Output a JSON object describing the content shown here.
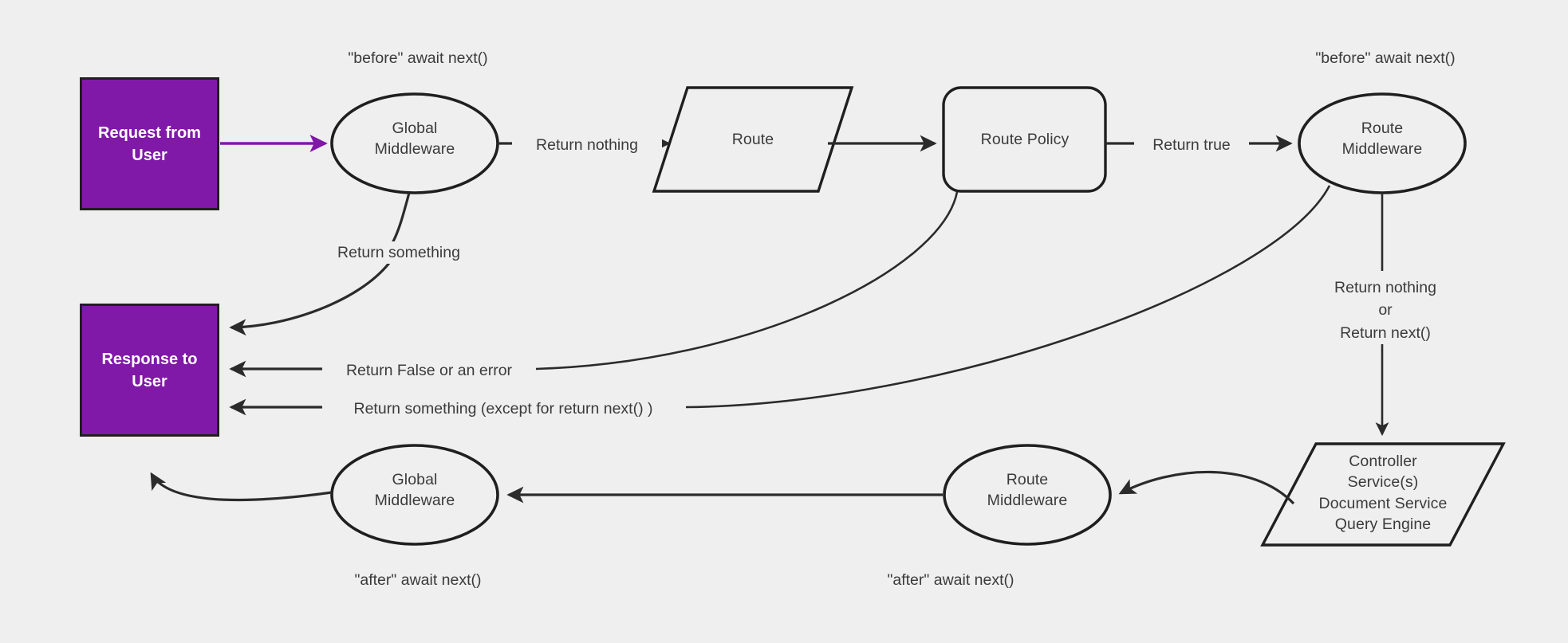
{
  "diagram": {
    "title": "Request lifecycle middleware flow",
    "background_color": "#efefef",
    "accent_color": "#8019a8",
    "stroke_color": "#1f1f1f"
  },
  "nodes": {
    "request_from_user": {
      "label": "Request from\nUser",
      "shape": "terminator-box",
      "fill": "#8019a8"
    },
    "response_to_user": {
      "label": "Response to\nUser",
      "shape": "terminator-box",
      "fill": "#8019a8"
    },
    "global_middleware_before": {
      "label": "Global\nMiddleware",
      "shape": "ellipse"
    },
    "route": {
      "label": "Route",
      "shape": "parallelogram"
    },
    "route_policy": {
      "label": "Route Policy",
      "shape": "rounded-rect"
    },
    "route_middleware_before": {
      "label": "Route\nMiddleware",
      "shape": "ellipse"
    },
    "controller_services": {
      "label": "Controller\nService(s)\nDocument Service\nQuery Engine",
      "shape": "parallelogram"
    },
    "route_middleware_after": {
      "label": "Route\nMiddleware",
      "shape": "ellipse"
    },
    "global_middleware_after": {
      "label": "Global\nMiddleware",
      "shape": "ellipse"
    }
  },
  "annotations": {
    "before_await_next_global": "\"before\" await next()",
    "before_await_next_route": "\"before\" await next()",
    "after_await_next_global": "\"after\" await next()",
    "after_await_next_route": "\"after\" await next()"
  },
  "edges": [
    {
      "id": "req-to-global",
      "label": "",
      "from": "request_from_user",
      "to": "global_middleware_before",
      "color": "#8019a8"
    },
    {
      "id": "global-to-route",
      "label": "Return nothing",
      "from": "global_middleware_before",
      "to": "route"
    },
    {
      "id": "route-to-policy",
      "label": "",
      "from": "route",
      "to": "route_policy"
    },
    {
      "id": "policy-to-routemw",
      "label": "Return true",
      "from": "route_policy",
      "to": "route_middleware_before"
    },
    {
      "id": "global-to-response",
      "label": "Return something",
      "from": "global_middleware_before",
      "to": "response_to_user"
    },
    {
      "id": "policy-to-response",
      "label": "Return False or an error",
      "from": "route_policy",
      "to": "response_to_user"
    },
    {
      "id": "routemw-to-response",
      "label": "Return something (except for return next() )",
      "from": "route_middleware_before",
      "to": "response_to_user"
    },
    {
      "id": "routemw-to-controller",
      "label": "Return nothing\nor\nReturn next()",
      "from": "route_middleware_before",
      "to": "controller_services"
    },
    {
      "id": "controller-to-routemw-after",
      "label": "",
      "from": "controller_services",
      "to": "route_middleware_after"
    },
    {
      "id": "routemw-after-to-globalmw-after",
      "label": "",
      "from": "route_middleware_after",
      "to": "global_middleware_after"
    },
    {
      "id": "globalmw-after-to-response",
      "label": "",
      "from": "global_middleware_after",
      "to": "response_to_user"
    }
  ]
}
